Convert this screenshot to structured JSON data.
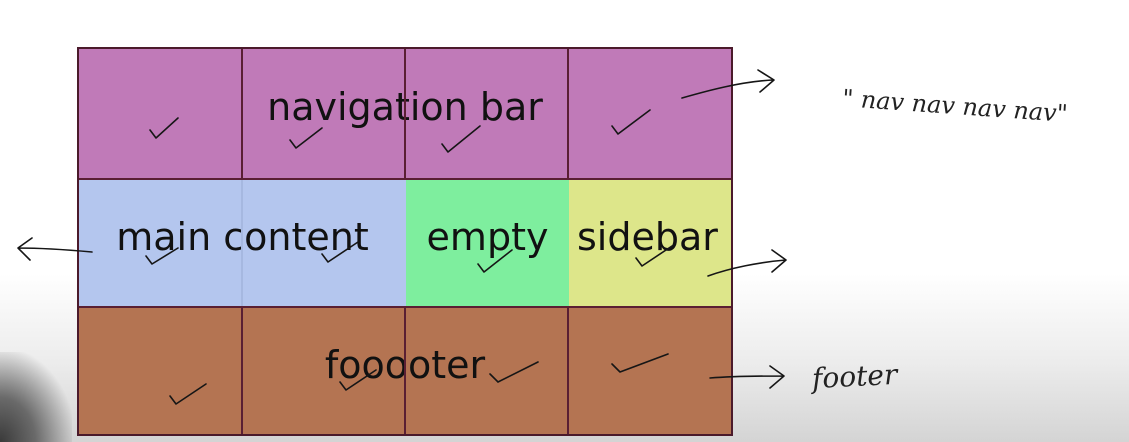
{
  "grid": {
    "colors": {
      "nav": "#c07ab8",
      "main": "#b4c6ee",
      "empty": "#7eee9e",
      "sidebar": "#dde68a",
      "footer": "#b47452",
      "lines": "#5a1f33"
    },
    "areas": {
      "nav": "navigation bar",
      "main": "main content",
      "empty": "empty",
      "sidebar": "sidebar",
      "footer": "fooooter"
    }
  },
  "annotations": {
    "nav_template": "\" nav nav nav nav\"",
    "footer_note": "footer"
  }
}
